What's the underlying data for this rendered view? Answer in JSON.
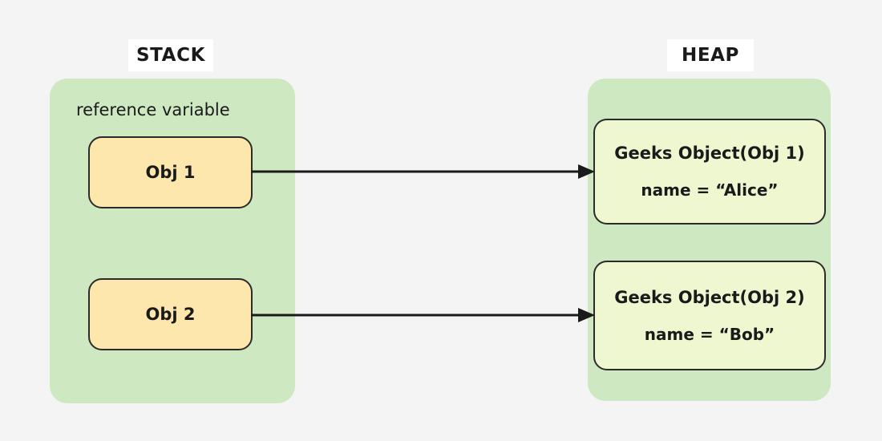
{
  "diagram": {
    "title_left": "STACK",
    "title_right": "HEAP",
    "stack": {
      "caption": "reference variable",
      "boxes": [
        {
          "label": "Obj 1"
        },
        {
          "label": "Obj 2"
        }
      ]
    },
    "heap": {
      "boxes": [
        {
          "title": "Geeks Object(Obj 1)",
          "field": "name = “Alice”"
        },
        {
          "title": "Geeks Object(Obj 2)",
          "field": "name = “Bob”"
        }
      ]
    },
    "arrows": [
      {
        "from": "Obj 1",
        "to": "Geeks Object(Obj 1)"
      },
      {
        "from": "Obj 2",
        "to": "Geeks Object(Obj 2)"
      }
    ],
    "colors": {
      "background": "#f4f4f4",
      "region_panel": "#cee8c2",
      "reference_box": "#fee7ad",
      "heap_object_box": "#eef7d0",
      "stroke": "#2b2b2b",
      "title_chip": "#ffffff",
      "text": "#1a1a1a"
    }
  }
}
